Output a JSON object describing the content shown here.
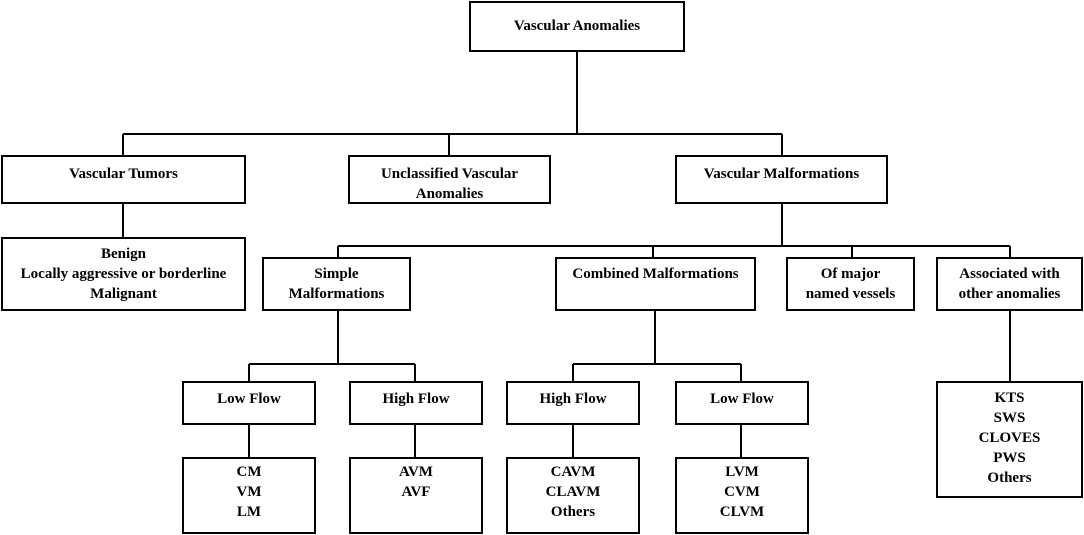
{
  "root": {
    "lines": [
      "Vascular Anomalies"
    ]
  },
  "level1": {
    "tumors": {
      "lines": [
        "Vascular Tumors"
      ]
    },
    "unclassified": {
      "lines": [
        "Unclassified Vascular",
        "Anomalies"
      ]
    },
    "malformations": {
      "lines": [
        "Vascular Malformations"
      ]
    }
  },
  "tumor_types": {
    "lines": [
      "Benign",
      "Locally aggressive or borderline",
      "Malignant"
    ]
  },
  "malformation_types": {
    "simple": {
      "lines": [
        "Simple",
        "Malformations"
      ]
    },
    "combined": {
      "lines": [
        "Combined Malformations"
      ]
    },
    "major_vessels": {
      "lines": [
        "Of major",
        "named vessels"
      ]
    },
    "associated": {
      "lines": [
        "Associated with",
        "other anomalies"
      ]
    }
  },
  "flow": {
    "simple_low": {
      "lines": [
        "Low Flow"
      ]
    },
    "simple_high": {
      "lines": [
        "High Flow"
      ]
    },
    "combined_high": {
      "lines": [
        "High Flow"
      ]
    },
    "combined_low": {
      "lines": [
        "Low Flow"
      ]
    }
  },
  "leaves": {
    "simple_low": {
      "lines": [
        "CM",
        "VM",
        "LM"
      ]
    },
    "simple_high": {
      "lines": [
        "AVM",
        "AVF"
      ]
    },
    "combined_high": {
      "lines": [
        "CAVM",
        "CLAVM",
        "Others"
      ]
    },
    "combined_low": {
      "lines": [
        "LVM",
        "CVM",
        "CLVM"
      ]
    },
    "syndromes": {
      "lines": [
        "KTS",
        "SWS",
        "CLOVES",
        "PWS",
        "Others"
      ]
    }
  }
}
